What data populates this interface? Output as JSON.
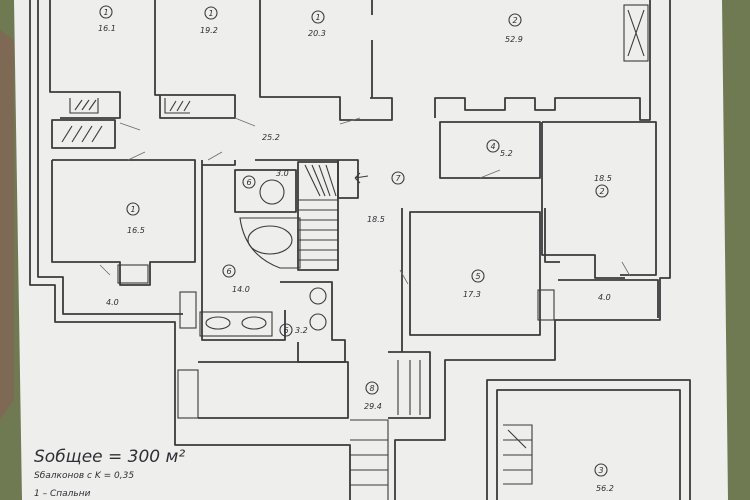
{
  "room_labels": [
    {
      "id": "r1a",
      "num": "1",
      "area": "16.1"
    },
    {
      "id": "r1b",
      "num": "1",
      "area": "19.2"
    },
    {
      "id": "r1c",
      "num": "1",
      "area": "20.3"
    },
    {
      "id": "r2",
      "num": "2",
      "area": "52.9"
    },
    {
      "id": "r1d",
      "num": "1",
      "area": "16.5"
    },
    {
      "id": "r4",
      "num": "4",
      "area": "5.2"
    },
    {
      "id": "r2b",
      "num": "2",
      "area": "18.5"
    },
    {
      "id": "r6a",
      "num": "6",
      "area": "3.0"
    },
    {
      "id": "r6b",
      "num": "6",
      "area": "14.0"
    },
    {
      "id": "r6c",
      "num": "6",
      "area": "3.2"
    },
    {
      "id": "r5",
      "num": "5",
      "area": "17.3"
    },
    {
      "id": "r8",
      "num": "8",
      "area": "29.4"
    },
    {
      "id": "r3",
      "num": "3",
      "area": "56.2"
    },
    {
      "id": "r7",
      "num": "7",
      "area": ""
    }
  ],
  "free_labels": {
    "corridor_area": "25.2",
    "hall_area": "18.5",
    "balcony_left": "4.0",
    "balcony_right": "4.0"
  },
  "notes": {
    "total": "Sобщее = 300 м²",
    "coefficient": "Sбалконов с K = 0,35",
    "legend_1": "1 – Спальни"
  }
}
